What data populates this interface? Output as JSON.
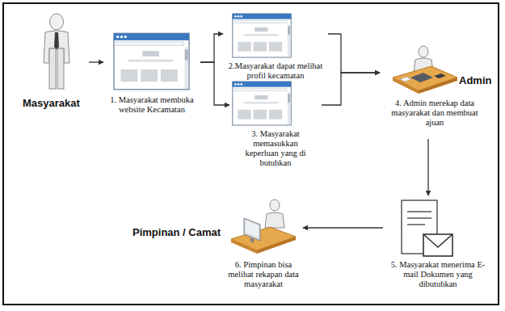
{
  "diagram": {
    "nodes": [
      {
        "text": [
          "Masyarakat"
        ]
      },
      {
        "text": [
          "1. Masyarakat membuka website Kecamatan"
        ]
      },
      {
        "text": [
          "2.Masyarakat dapat melihat profil kecamatan"
        ]
      },
      {
        "text": [
          "3. Masyarakat memasukkan keperluan yang di butuhkan"
        ]
      },
      {
        "text": [
          "Admin",
          "4. Admin merekap data masyarakat dan membuat ajuan"
        ]
      },
      {
        "text": [
          "5. Masyarakat menerima E-mail Dokumen yang dibutuhkan"
        ]
      },
      {
        "text": [
          "Pimpinan / Camat",
          "6. Pimpinan bisa melihat rekapan data masyarakat"
        ]
      }
    ],
    "edges": [
      {
        "from": 0,
        "to": 1,
        "arrow": "to"
      },
      {
        "from": 1,
        "to": 2,
        "arrow": "to"
      },
      {
        "from": 1,
        "to": 3,
        "arrow": "to"
      },
      {
        "from": 2,
        "to": 4,
        "arrow": "to"
      },
      {
        "from": 3,
        "to": 4,
        "arrow": "to"
      },
      {
        "from": 4,
        "to": 5,
        "arrow": "to"
      },
      {
        "from": 5,
        "to": 6,
        "arrow": "to"
      }
    ]
  }
}
